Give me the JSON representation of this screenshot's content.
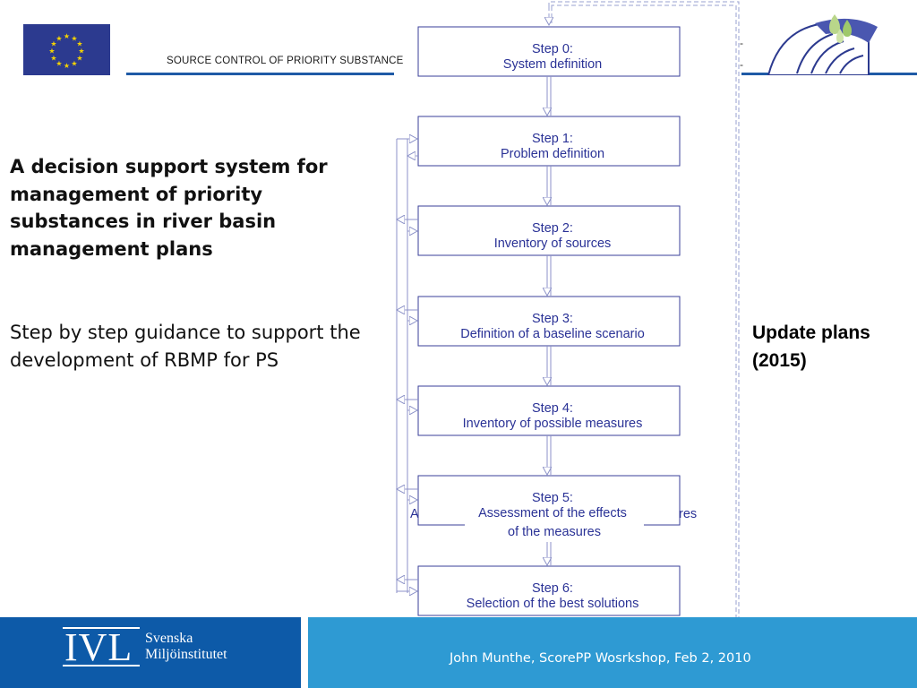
{
  "header": {
    "project_name": "SOURCE CONTROL OF PRIORITY SUBSTANCE"
  },
  "title": "A decision support system for management of priority substances in river basin management plans",
  "subtitle": "Step by step guidance to support the development of RBMP for PS",
  "update_label": "Update plans (2015)",
  "steps": [
    {
      "number": "Step 0:",
      "name": "System definition"
    },
    {
      "number": "Step 1:",
      "name": "Problem definition"
    },
    {
      "number": "Step 2:",
      "name": "Inventory of sources"
    },
    {
      "number": "Step 3:",
      "name": "Definition of a baseline scenario"
    },
    {
      "number": "Step 4:",
      "name": "Inventory of possible measures"
    },
    {
      "number": "Step 5:",
      "name": "Assessment of the effects",
      "name_line2": "of the measures",
      "background_text_left": "A",
      "background_text_right": "res"
    },
    {
      "number": "Step 6:",
      "name": "Selection of the best solutions"
    }
  ],
  "footer": {
    "org_abbrev": "IVL",
    "org_name_line1": "Svenska",
    "org_name_line2": "Miljöinstitutet",
    "presenter": "John Munthe, ScorePP Wosrkshop, Feb 2, 2010"
  },
  "colors": {
    "step_border": "#3a3f9a",
    "step_text": "#2a3296",
    "arrow": "#8c92c8",
    "footer_left": "#0d5aa8",
    "footer_right": "#2e9ad3",
    "eu_blue": "#2c3a8f",
    "eu_star": "#f5d300"
  }
}
